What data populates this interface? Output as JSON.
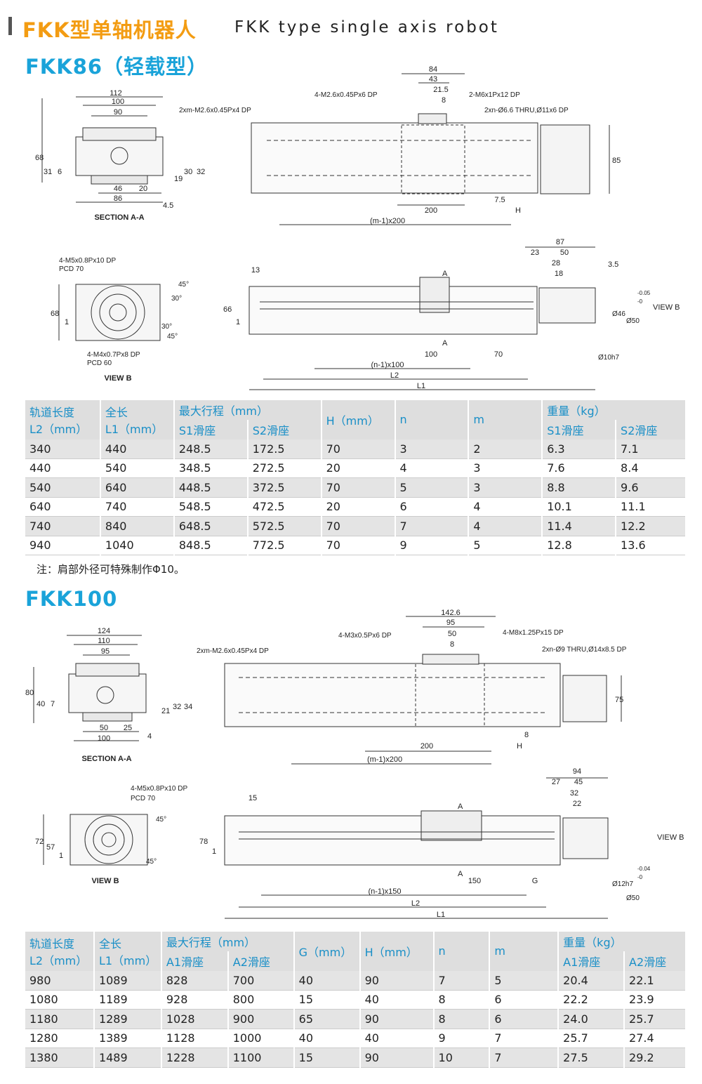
{
  "header": {
    "title_cn": "FKK型单轴机器人",
    "title_en": "FKK type single axis robot"
  },
  "fkk86": {
    "title": "FKK86（轻载型）",
    "drawing": {
      "section_label": "SECTION A-A",
      "view_label": "VIEW B",
      "view_b_ref": "VIEW B",
      "a_label": "A",
      "dims_section": [
        "112",
        "100",
        "90",
        "68",
        "31",
        "6",
        "19",
        "30",
        "32",
        "46",
        "20",
        "86",
        "4.5"
      ],
      "callouts_top": [
        "2xm-M2.6x0.45Px4 DP",
        "4-M2.6x0.45Px6 DP",
        "2-M6x1Px12 DP",
        "2xn-Ø6.6 THRU,Ø11x6 DP"
      ],
      "dims_top": [
        "84",
        "43",
        "21.5",
        "8",
        "85",
        "200",
        "7.5",
        "H",
        "(m-1)x200"
      ],
      "viewb_callouts": [
        "4-M5x0.8Px10 DP",
        "PCD 70",
        "4-M4x0.7Px8 DP",
        "PCD 60",
        "45°",
        "30°",
        "30°",
        "45°"
      ],
      "viewb_dims": [
        "68",
        "1"
      ],
      "side_dims": [
        "13",
        "66",
        "1",
        "87",
        "23",
        "50",
        "28",
        "18",
        "3.5",
        "Ø46",
        "Ø50",
        "Ø10h7",
        "100",
        "70",
        "(n-1)x100",
        "L2",
        "L1"
      ],
      "tol_upper": "-0.05",
      "tol_lower": "-0"
    },
    "table": {
      "headers": {
        "l2": [
          "轨道长度",
          "L2（mm）"
        ],
        "l1": [
          "全长",
          "L1（mm）"
        ],
        "stroke": "最大行程（mm）",
        "stroke_sub": [
          "S1滑座",
          "S2滑座"
        ],
        "h": "H（mm）",
        "n": "n",
        "m": "m",
        "weight": "重量（kg）",
        "weight_sub": [
          "S1滑座",
          "S2滑座"
        ]
      },
      "rows": [
        [
          "340",
          "440",
          "248.5",
          "172.5",
          "70",
          "3",
          "2",
          "6.3",
          "7.1"
        ],
        [
          "440",
          "540",
          "348.5",
          "272.5",
          "20",
          "4",
          "3",
          "7.6",
          "8.4"
        ],
        [
          "540",
          "640",
          "448.5",
          "372.5",
          "70",
          "5",
          "3",
          "8.8",
          "9.6"
        ],
        [
          "640",
          "740",
          "548.5",
          "472.5",
          "20",
          "6",
          "4",
          "10.1",
          "11.1"
        ],
        [
          "740",
          "840",
          "648.5",
          "572.5",
          "70",
          "7",
          "4",
          "11.4",
          "12.2"
        ],
        [
          "940",
          "1040",
          "848.5",
          "772.5",
          "70",
          "9",
          "5",
          "12.8",
          "13.6"
        ]
      ]
    },
    "note": "注：肩部外径可特殊制作Φ10。"
  },
  "fkk100": {
    "title": "FKK100",
    "drawing": {
      "section_label": "SECTION A-A",
      "view_label": "VIEW B",
      "view_b_ref": "VIEW B",
      "a_label": "A",
      "dims_section": [
        "124",
        "110",
        "95",
        "80",
        "40",
        "7",
        "21",
        "32",
        "34",
        "50",
        "25",
        "100",
        "4"
      ],
      "callouts_top": [
        "2xm-M2.6x0.45Px4 DP",
        "4-M3x0.5Px6 DP",
        "4-M8x1.25Px15 DP",
        "2xn-Ø9 THRU,Ø14x8.5 DP"
      ],
      "dims_top": [
        "142.6",
        "95",
        "50",
        "8",
        "75",
        "200",
        "8",
        "H",
        "(m-1)x200"
      ],
      "viewb_callouts": [
        "4-M5x0.8Px10 DP",
        "PCD 70",
        "45°",
        "45°"
      ],
      "viewb_dims": [
        "72",
        "57",
        "1"
      ],
      "side_dims": [
        "15",
        "78",
        "1",
        "94",
        "27",
        "45",
        "32",
        "22",
        "Ø12h7",
        "Ø50",
        "150",
        "G",
        "(n-1)x150",
        "L2",
        "L1"
      ],
      "tol_upper": "-0.04",
      "tol_lower": "-0"
    },
    "table": {
      "headers": {
        "l2": [
          "轨道长度",
          "L2（mm）"
        ],
        "l1": [
          "全长",
          "L1（mm）"
        ],
        "stroke": "最大行程（mm）",
        "stroke_sub": [
          "A1滑座",
          "A2滑座"
        ],
        "g": "G（mm）",
        "h": "H（mm）",
        "n": "n",
        "m": "m",
        "weight": "重量（kg）",
        "weight_sub": [
          "A1滑座",
          "A2滑座"
        ]
      },
      "rows": [
        [
          "980",
          "1089",
          "828",
          "700",
          "40",
          "90",
          "7",
          "5",
          "20.4",
          "22.1"
        ],
        [
          "1080",
          "1189",
          "928",
          "800",
          "15",
          "40",
          "8",
          "6",
          "22.2",
          "23.9"
        ],
        [
          "1180",
          "1289",
          "1028",
          "900",
          "65",
          "90",
          "8",
          "6",
          "24.0",
          "25.7"
        ],
        [
          "1280",
          "1389",
          "1128",
          "1000",
          "40",
          "40",
          "9",
          "7",
          "25.7",
          "27.4"
        ],
        [
          "1380",
          "1489",
          "1228",
          "1100",
          "15",
          "90",
          "10",
          "7",
          "27.5",
          "29.2"
        ]
      ]
    }
  }
}
